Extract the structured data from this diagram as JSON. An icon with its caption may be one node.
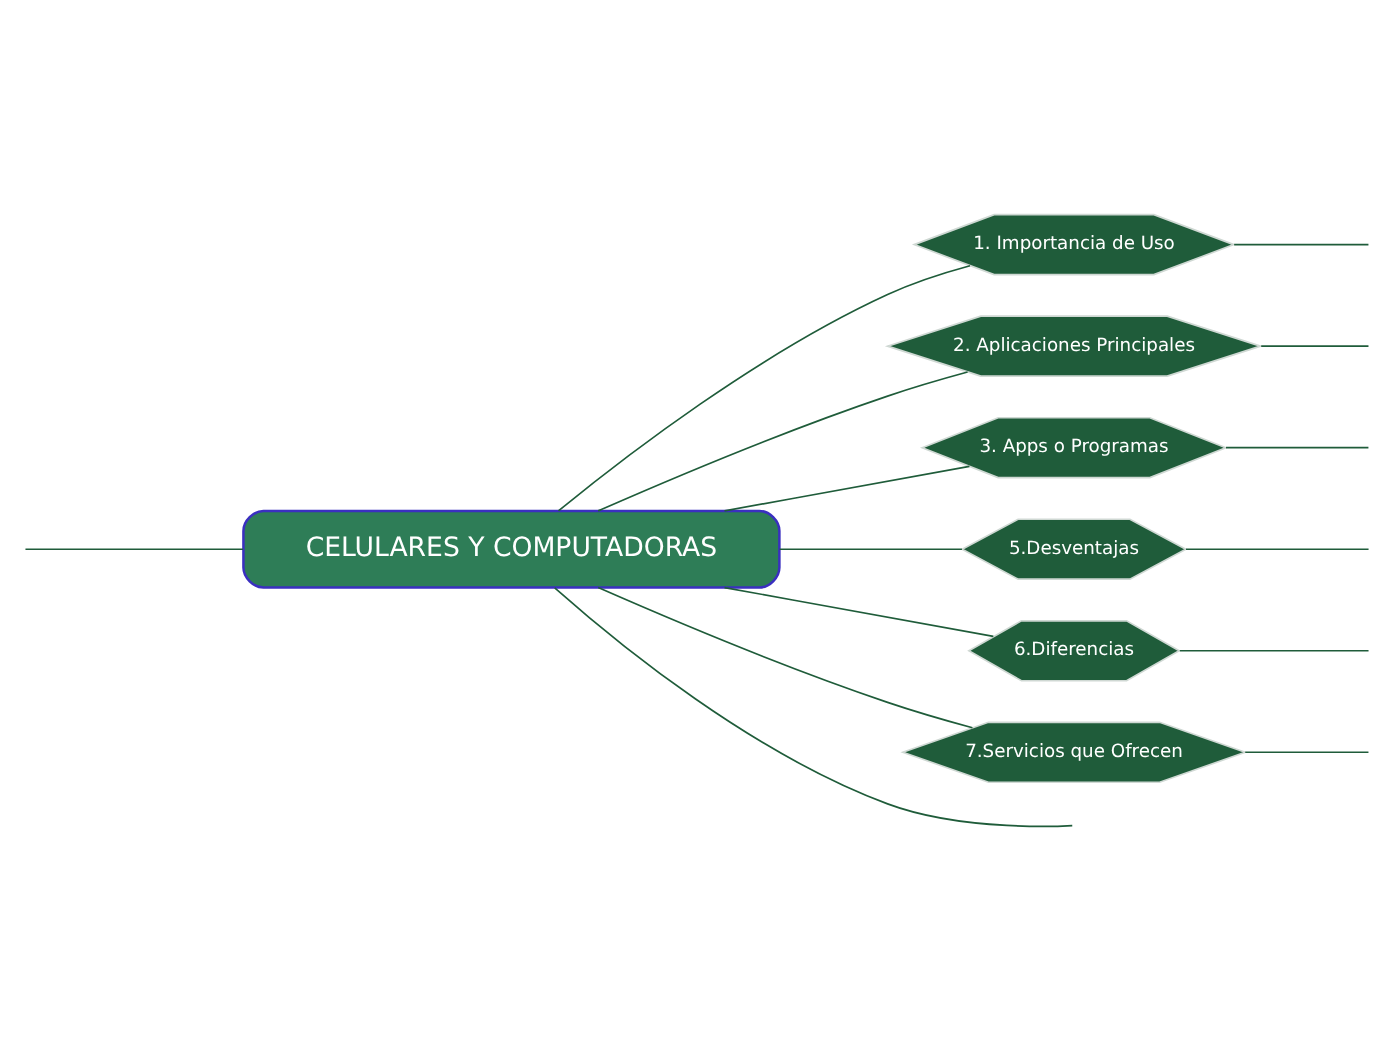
{
  "diagram": {
    "nodes": [
      {
        "text": [
          "CELULARES Y COMPUTADORAS"
        ]
      },
      {
        "text": [
          "1. Importancia de Uso"
        ]
      },
      {
        "text": [
          "2. Aplicaciones Principales"
        ]
      },
      {
        "text": [
          "3. Apps o Programas"
        ]
      },
      {
        "text": [
          "5.Desventajas"
        ]
      },
      {
        "text": [
          "6.Diferencias"
        ]
      },
      {
        "text": [
          "7.Servicios que Ofrecen"
        ]
      }
    ],
    "edges": [
      {
        "from": 0,
        "to": 1,
        "arrow": "none"
      },
      {
        "from": 0,
        "to": 2,
        "arrow": "none"
      },
      {
        "from": 0,
        "to": 3,
        "arrow": "none"
      },
      {
        "from": 0,
        "to": 4,
        "arrow": "none"
      },
      {
        "from": 0,
        "to": 5,
        "arrow": "none"
      },
      {
        "from": 0,
        "to": 6,
        "arrow": "none"
      },
      {
        "from": 0,
        "to": null,
        "arrow": "none"
      },
      {
        "from": null,
        "to": 0,
        "arrow": "none"
      },
      {
        "from": 1,
        "to": null,
        "arrow": "none"
      },
      {
        "from": 2,
        "to": null,
        "arrow": "none"
      },
      {
        "from": 3,
        "to": null,
        "arrow": "none"
      },
      {
        "from": 4,
        "to": null,
        "arrow": "none"
      },
      {
        "from": 5,
        "to": null,
        "arrow": "none"
      },
      {
        "from": 6,
        "to": null,
        "arrow": "none"
      }
    ]
  }
}
